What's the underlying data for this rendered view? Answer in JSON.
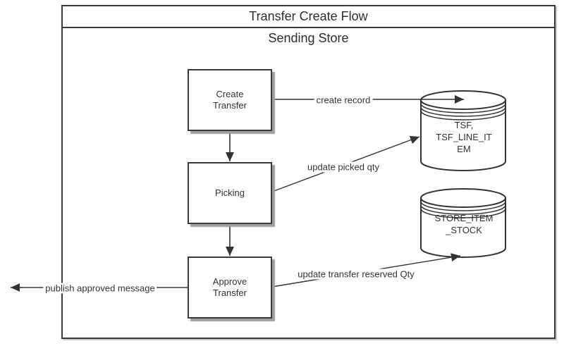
{
  "diagram": {
    "title": "Transfer Create Flow",
    "lane": "Sending Store"
  },
  "nodes": {
    "create_transfer": {
      "label": "Create\nTransfer"
    },
    "picking": {
      "label": "Picking"
    },
    "approve_transfer": {
      "label": "Approve\nTransfer"
    }
  },
  "datastores": {
    "tsf": {
      "label": "TSF,\nTSF_LINE_IT\nEM"
    },
    "store_item_stock": {
      "label": "STORE_ITEM\n_STOCK"
    }
  },
  "edges": {
    "create_record": {
      "label": "create record"
    },
    "update_picked_qty": {
      "label": "update picked qty"
    },
    "update_transfer_reserved_qty": {
      "label": "update transfer reserved Qty"
    },
    "publish_approved_message": {
      "label": "publish approved message"
    }
  },
  "colors": {
    "line": "#3a3a3a",
    "shadow": "#9e9e9e",
    "background": "#ffffff"
  }
}
